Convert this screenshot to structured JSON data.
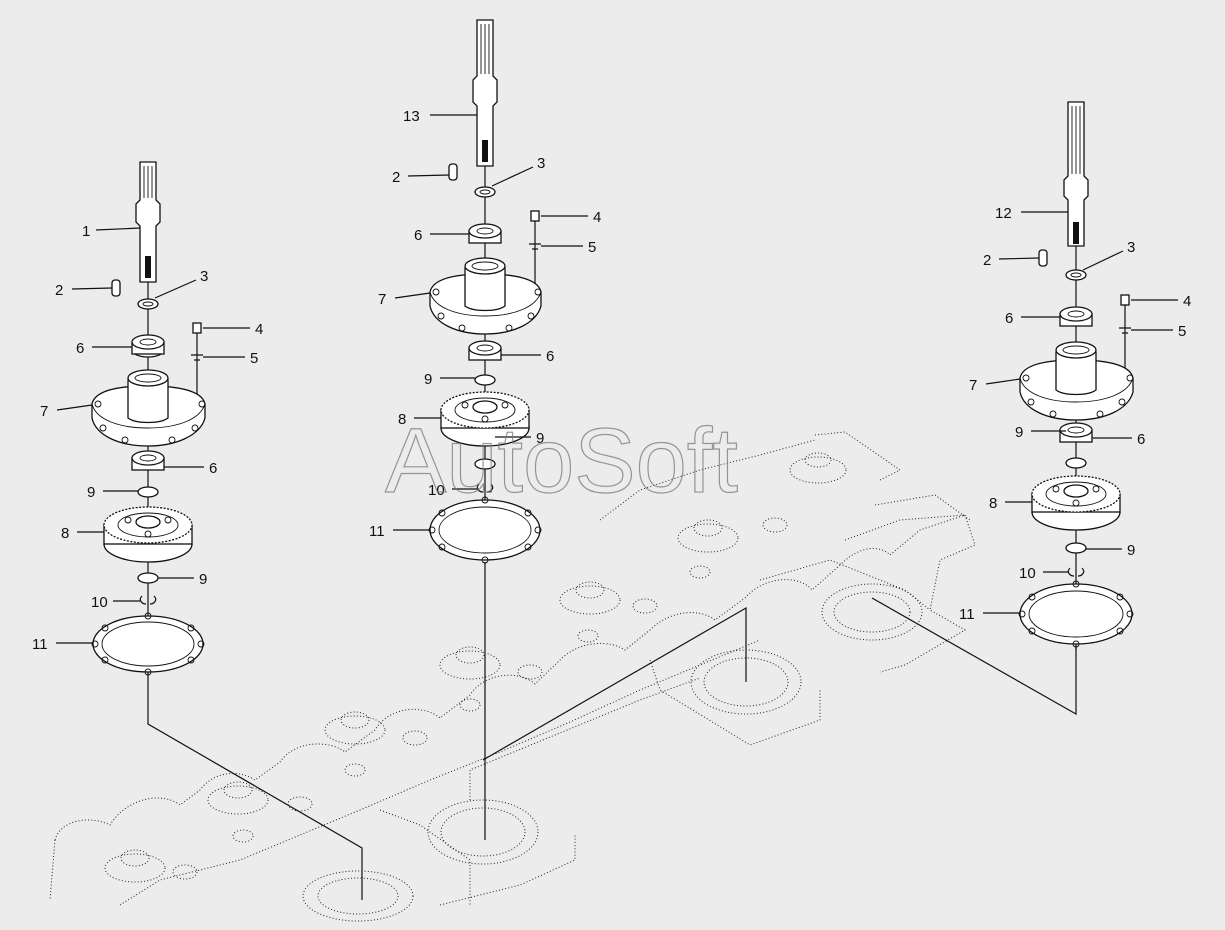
{
  "watermark": "AutoSoft",
  "callouts": {
    "left": {
      "shaft": "1",
      "key": "2",
      "washer": "3",
      "bolt": "4",
      "lock": "5",
      "bearing_top": "6",
      "housing": "7",
      "bearing_bottom": "6",
      "ring_top": "9",
      "gear": "8",
      "ring_bottom": "9",
      "snap_ring": "10",
      "gasket": "11"
    },
    "center": {
      "shaft": "13",
      "key": "2",
      "washer": "3",
      "bolt": "4",
      "lock": "5",
      "bearing_top": "6",
      "housing": "7",
      "bearing_bottom": "6",
      "ring_top": "9",
      "gear": "8",
      "ring_bottom": "9",
      "snap_ring": "10",
      "gasket": "11"
    },
    "right": {
      "shaft": "12",
      "key": "2",
      "washer": "3",
      "bolt": "4",
      "lock": "5",
      "bearing_top": "6",
      "housing": "7",
      "bearing_bottom": "6",
      "ring_top": "9",
      "gear": "8",
      "ring_bottom": "9",
      "snap_ring": "10",
      "gasket": "11"
    }
  }
}
